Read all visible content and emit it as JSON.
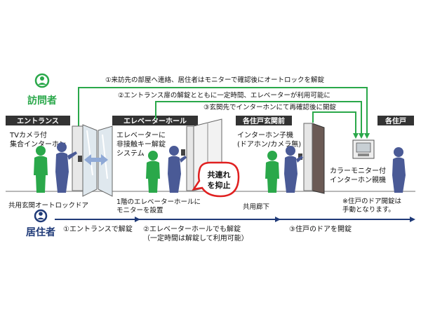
{
  "visitor": {
    "label": "訪問者",
    "steps": [
      "①来訪先の部屋へ連絡、居住者はモニターで確認後にオートロックを解錠",
      "②エントランス扉の解錠とともに一定時間、エレベーターが利用可能に",
      "③玄関先でインターホンにて再確認後に開錠"
    ]
  },
  "resident": {
    "label": "居住者",
    "steps": [
      "①エントランスで解錠",
      "②エレベーターホールでも解錠",
      "（一定時間は解錠して利用可能）",
      "③住戸のドアを開錠"
    ]
  },
  "areas": [
    "エントランス",
    "エレベーターホール",
    "各住戸玄関前",
    "各住戸"
  ],
  "captions": {
    "entrance_device": [
      "TVカメラ付",
      "集合インターホン"
    ],
    "elevator_device": [
      "エレベーターに",
      "非接触キー解錠",
      "システム"
    ],
    "door_device": [
      "インターホン子機",
      "(ドアホン/カメラ無)"
    ],
    "unit_device": [
      "カラーモニター付",
      "インターホン親機"
    ],
    "autolock_door": "共用玄関オートロックドア",
    "elevator_monitor": [
      "1階のエレベーターホールに",
      "モニターを設置"
    ],
    "corridor": "共用廊下",
    "unit_note": [
      "※住戸のドア開錠は",
      "手動となります。"
    ]
  },
  "badge": [
    "共連れ",
    "を抑止"
  ],
  "colors": {
    "green": "#2aa84a",
    "navy": "#1f3a78",
    "person_navy": "#4a5a96",
    "badge_red": "#e02020"
  }
}
